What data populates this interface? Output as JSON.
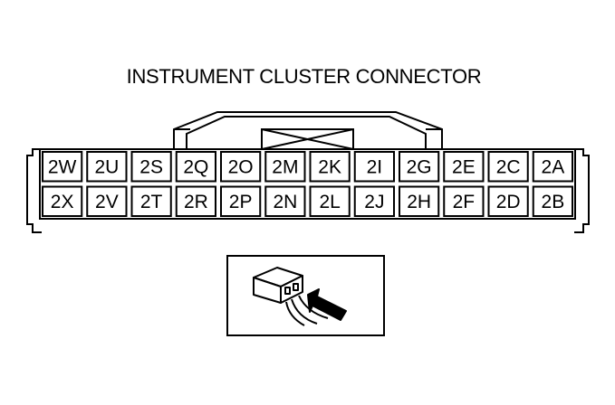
{
  "title": "INSTRUMENT CLUSTER CONNECTOR",
  "connector": {
    "top_row": [
      "2W",
      "2U",
      "2S",
      "2Q",
      "2O",
      "2M",
      "2K",
      "2I",
      "2G",
      "2E",
      "2C",
      "2A"
    ],
    "bottom_row": [
      "2X",
      "2V",
      "2T",
      "2R",
      "2P",
      "2N",
      "2L",
      "2J",
      "2H",
      "2F",
      "2D",
      "2B"
    ]
  },
  "colors": {
    "line": "#000000",
    "background": "#ffffff"
  },
  "icons": {
    "inset": "connector-probe-arrow-icon"
  }
}
